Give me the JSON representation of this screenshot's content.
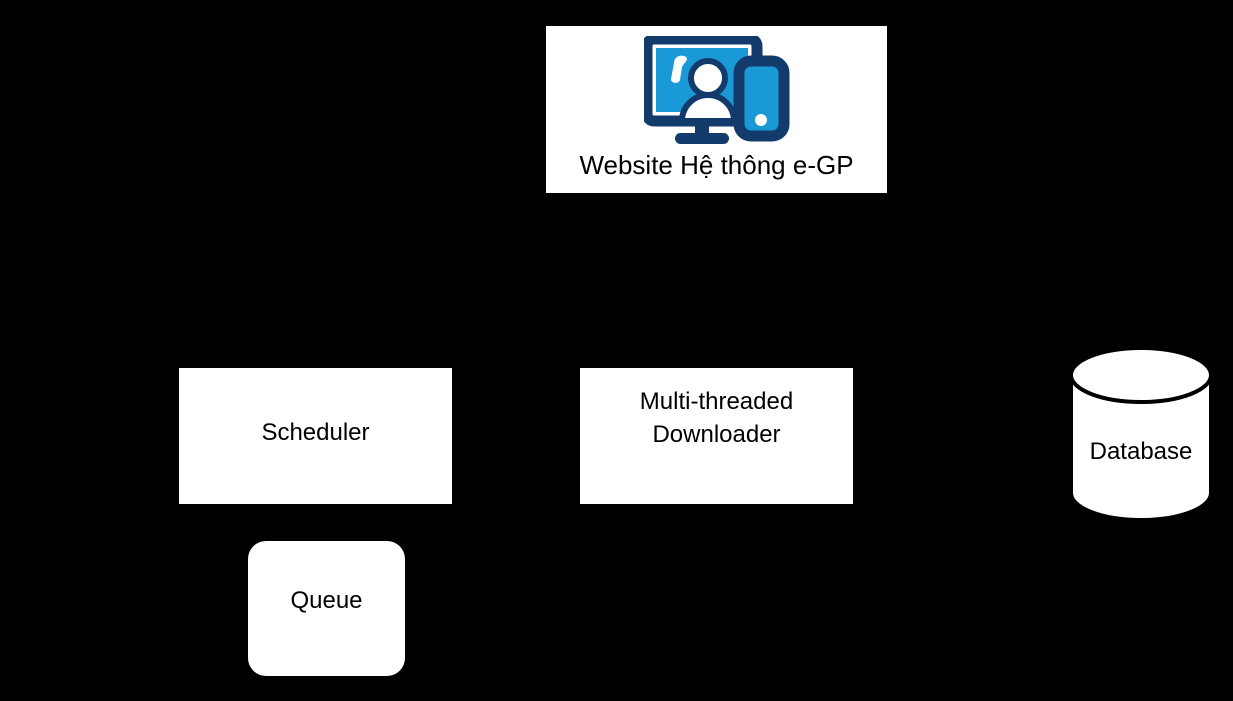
{
  "diagram": {
    "background_color": "#000000",
    "node_fill_color": "#ffffff",
    "text_color": "#000000",
    "nodes": {
      "website": {
        "label": "Website Hệ thông e-GP",
        "icon": "monitor-user-mobile-icon",
        "icon_colors": {
          "frame": "#123a6b",
          "screen": "#199ad6",
          "person": "#ffffff"
        }
      },
      "scheduler": {
        "label": "Scheduler"
      },
      "downloader": {
        "label_line_1": "Multi-threaded",
        "label_line_2": "Downloader"
      },
      "queue": {
        "label": "Queue"
      },
      "database": {
        "label": "Database",
        "shape": "cylinder"
      }
    }
  }
}
